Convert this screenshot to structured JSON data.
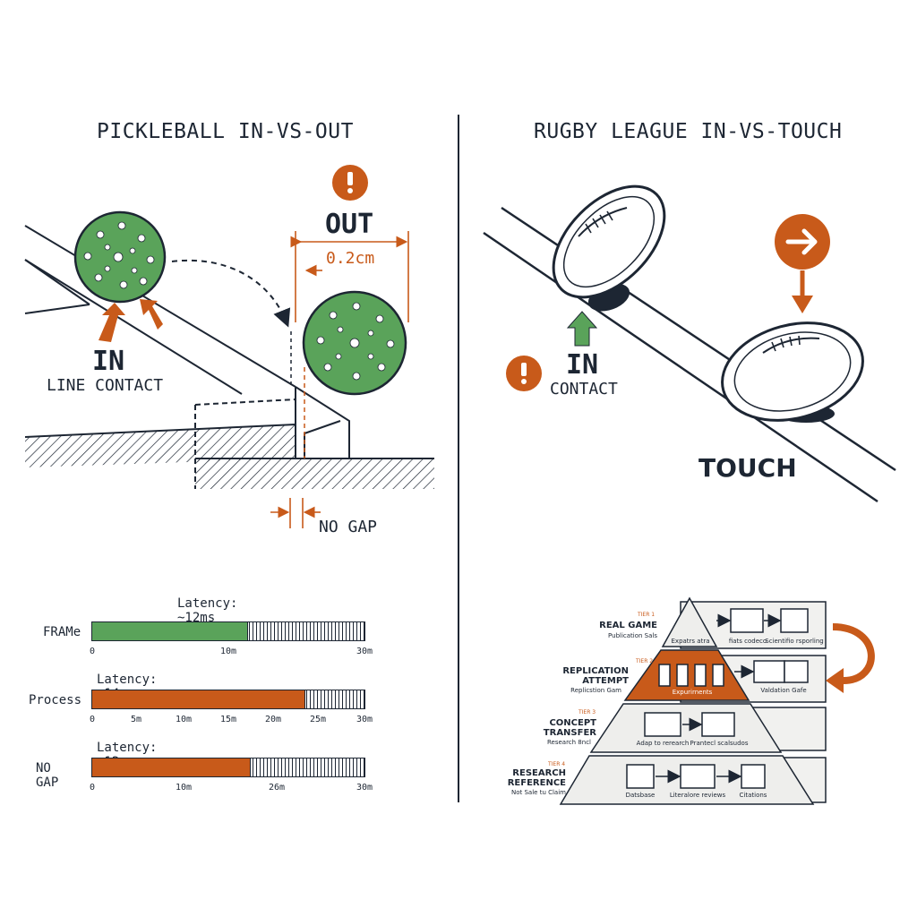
{
  "pickleball": {
    "title": "PICKLEBALL IN-VS-OUT",
    "out_label": "OUT",
    "measure": "0.2cm",
    "in_label": "IN",
    "line_contact": "LINE CONTACT",
    "no_gap": "NO GAP"
  },
  "rugby": {
    "title": "RUGBY LEAGUE IN-VS-TOUCH",
    "in_label": "IN",
    "contact": "CONTACT",
    "touch": "TOUCH"
  },
  "latency": {
    "bars": [
      {
        "label": "FRAMe",
        "latency": "Latency: ~12ms",
        "fill": 0.57,
        "color": "#5aa35a",
        "ticks": [
          "0",
          "10m",
          "30m"
        ]
      },
      {
        "label": "Process",
        "latency": "Latency: ~14ms",
        "fill": 0.78,
        "color": "#c85a1a",
        "ticks": [
          "0",
          "5m",
          "10m",
          "15m",
          "20m",
          "25m",
          "30m"
        ]
      },
      {
        "label": "NO GAP",
        "latency": "Latency: ~12ms",
        "fill": 0.58,
        "color": "#c85a1a",
        "ticks": [
          "0",
          "10m",
          "26m",
          "30m"
        ]
      }
    ]
  },
  "pyramid": {
    "tiers": [
      {
        "no": "TIER 1",
        "name1": "REAL GAME",
        "name2": "",
        "sub": "Publication Sals",
        "captions": [
          "Expatrs atra",
          "fiats codeco",
          "Scientifio rsporling"
        ]
      },
      {
        "no": "TIER 2",
        "name1": "REPLICATION",
        "name2": "ATTEMPT",
        "sub": "Replicstion Gam",
        "captions": [
          "Expurirnents",
          "Valdation Gafe"
        ]
      },
      {
        "no": "TIER 3",
        "name1": "CONCEPT",
        "name2": "TRANSFER",
        "sub": "Research 8ncl",
        "captions": [
          "Adap to rerearch",
          "Prantecl scalsudos"
        ]
      },
      {
        "no": "TIER 4",
        "name1": "RESEARCH",
        "name2": "REFERENCE",
        "sub": "Not Sale tu Claim",
        "captions": [
          "Datsbase",
          "Literalore reviews",
          "Citations"
        ]
      }
    ]
  },
  "colors": {
    "accent": "#c85a1a",
    "green": "#5aa35a",
    "ink": "#1d2633"
  }
}
